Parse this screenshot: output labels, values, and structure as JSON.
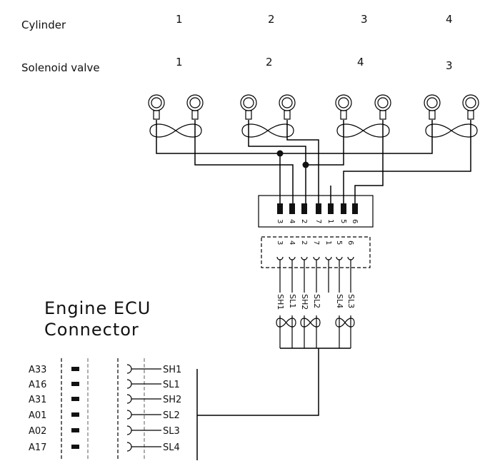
{
  "header": {
    "cylinder_label": "Cylinder",
    "valve_label": "Solenoid valve",
    "cylinders": [
      "1",
      "2",
      "3",
      "4"
    ],
    "valves": [
      "1",
      "2",
      "4",
      "3"
    ]
  },
  "upper_connector": {
    "pins": [
      "3",
      "4",
      "2",
      "7",
      "1",
      "5",
      "6"
    ]
  },
  "lower_connector": {
    "pins": [
      "3",
      "4",
      "2",
      "7",
      "1",
      "5",
      "6"
    ],
    "signals": [
      "SH1",
      "SL1",
      "SH2",
      "SL2",
      "",
      "SL4",
      "SL3"
    ]
  },
  "ecu": {
    "title_line1": "Engine ECU",
    "title_line2": "Connector",
    "rows": [
      {
        "pin": "A33",
        "signal": "SH1"
      },
      {
        "pin": "A16",
        "signal": "SL1"
      },
      {
        "pin": "A31",
        "signal": "SH2"
      },
      {
        "pin": "A01",
        "signal": "SL2"
      },
      {
        "pin": "A02",
        "signal": "SL3"
      },
      {
        "pin": "A17",
        "signal": "SL4"
      }
    ]
  }
}
